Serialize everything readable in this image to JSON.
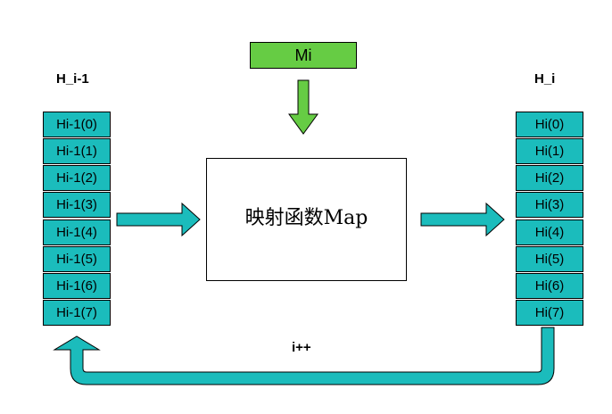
{
  "left_array": {
    "title": "H_i-1",
    "cells": [
      "Hi-1(0)",
      "Hi-1(1)",
      "Hi-1(2)",
      "Hi-1(3)",
      "Hi-1(4)",
      "Hi-1(5)",
      "Hi-1(6)",
      "Hi-1(7)"
    ]
  },
  "right_array": {
    "title": "H_i",
    "cells": [
      "Hi(0)",
      "Hi(1)",
      "Hi(2)",
      "Hi(3)",
      "Hi(4)",
      "Hi(5)",
      "Hi(6)",
      "Hi(7)"
    ]
  },
  "input_box": {
    "label": "Mi"
  },
  "map_box": {
    "label": "映射函数Map"
  },
  "loop": {
    "label": "i++"
  },
  "colors": {
    "cell": "#1bbcbc",
    "input": "#66cc44",
    "arrow_teal": "#1bbcbc",
    "arrow_green": "#66cc44"
  }
}
